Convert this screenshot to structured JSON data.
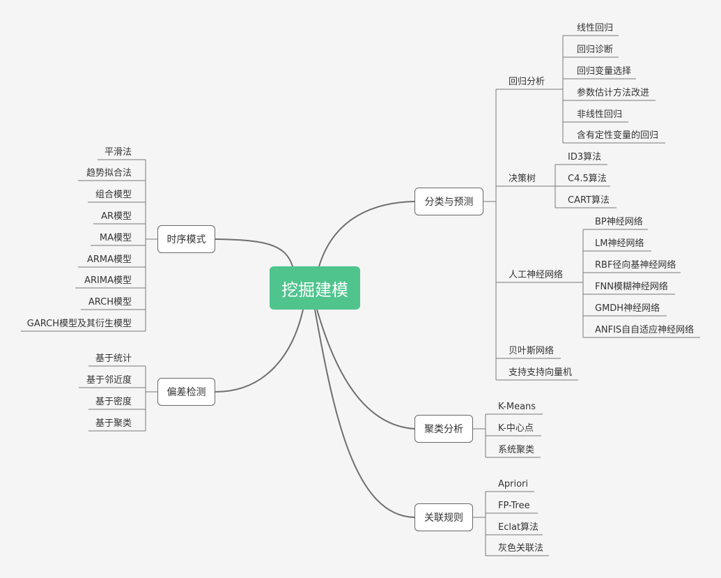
{
  "root": "挖掘建模",
  "branches": {
    "classification": "分类与预测",
    "timeseries": "时序模式",
    "deviation": "偏差检测",
    "clustering": "聚类分析",
    "association": "关联规则"
  },
  "classification": {
    "regression": {
      "label": "回归分析",
      "items": [
        "线性回归",
        "回归诊断",
        "回归变量选择",
        "参数估计方法改进",
        "非线性回归",
        "含有定性变量的回归"
      ]
    },
    "tree": {
      "label": "决策树",
      "items": [
        "ID3算法",
        "C4.5算法",
        "CART算法"
      ]
    },
    "ann": {
      "label": "人工神经网络",
      "items": [
        "BP神经网络",
        "LM神经网络",
        "RBF径向基神经网络",
        "FNN模糊神经网络",
        "GMDH神经网络",
        "ANFIS自自适应神经网络"
      ]
    },
    "bayes": "贝叶斯网络",
    "svm": "支持支持向量机"
  },
  "timeseries_items": [
    "平滑法",
    "趋势拟合法",
    "组合模型",
    "AR模型",
    "MA模型",
    "ARMA模型",
    "ARIMA模型",
    "ARCH模型",
    "GARCH模型及其衍生模型"
  ],
  "deviation_items": [
    "基于统计",
    "基于邻近度",
    "基于密度",
    "基于聚类"
  ],
  "clustering_items": [
    "K-Means",
    "K-中心点",
    "系统聚类"
  ],
  "association_items": [
    "Apriori",
    "FP-Tree",
    "Eclat算法",
    "灰色关联法"
  ]
}
